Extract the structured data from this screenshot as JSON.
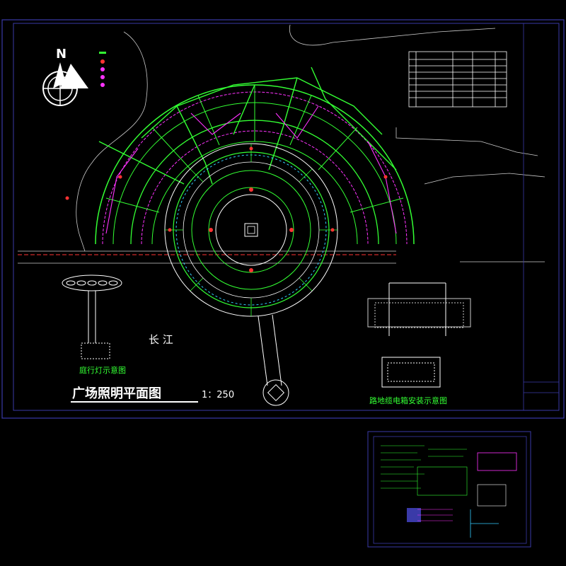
{
  "drawing": {
    "main_title": "广场照明平面图",
    "scale": "1：250",
    "river_label": "长    江",
    "lamp_detail_title": "庭行灯示意图",
    "cable_detail_title": "路地缆电箱安装示意图",
    "north_label": "N"
  },
  "colors": {
    "background": "#000000",
    "frame": "#3a3aa8",
    "cad_green": "#33ff33",
    "cad_magenta": "#ff33ff",
    "cad_white": "#ffffff",
    "cad_red": "#ff3333",
    "cad_cyan": "#33ccff"
  },
  "icons": [
    "north-arrow-icon",
    "lamp-symbol-icon",
    "fountain-center-icon"
  ]
}
